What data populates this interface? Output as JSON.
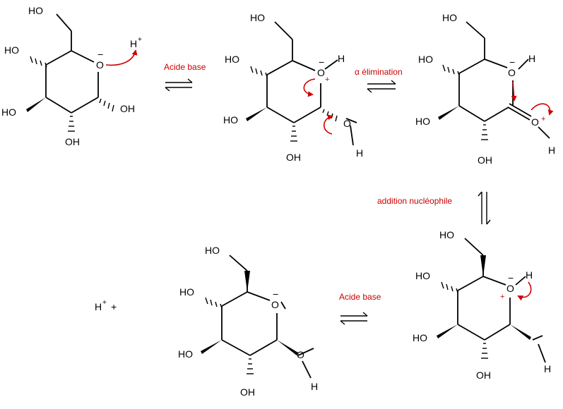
{
  "colors": {
    "mechanism_red": "#cc0000",
    "ink": "#000000"
  },
  "labels": {
    "HO": "HO",
    "OH": "OH",
    "O": "O",
    "H": "H",
    "H_plus": "H",
    "plus_sign": "+",
    "minus_sign": "−",
    "charge_plus": "+",
    "free_plus": "+"
  },
  "arrows": {
    "step1": "Acide base",
    "step2": "α élimination",
    "step3": "addition nucléophile",
    "step4": "Acide base"
  }
}
